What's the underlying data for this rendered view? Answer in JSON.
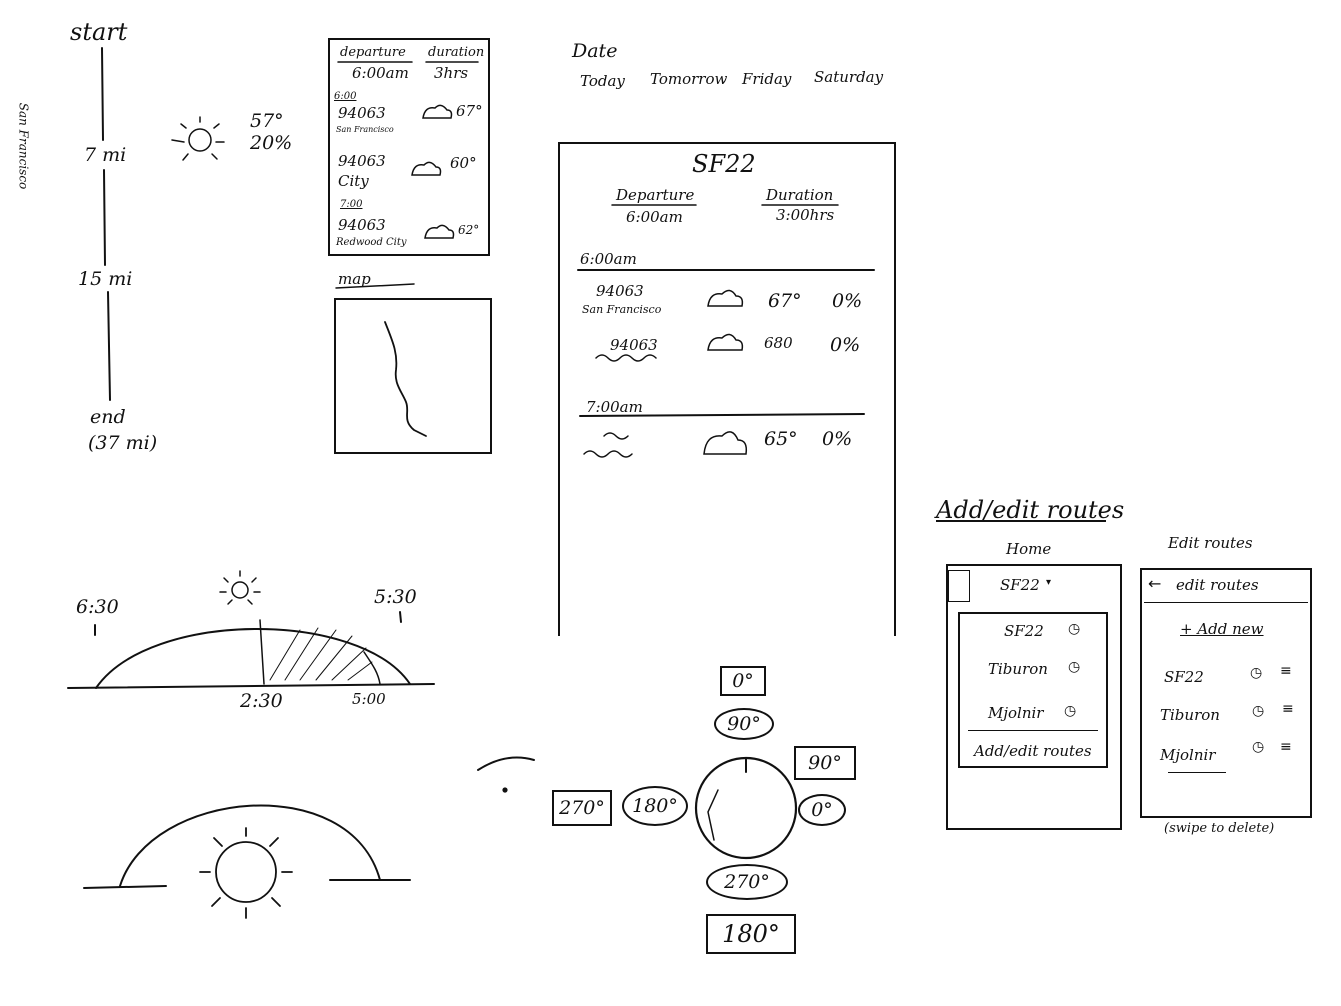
{
  "route_timeline": {
    "vertical_label": "San Francisco",
    "start": "start",
    "mile_7": "7 mi",
    "mile_15": "15 mi",
    "end": "end",
    "end_distance": "(37 mi)",
    "temp": "57°",
    "precip": "20%"
  },
  "small_card": {
    "departure_label": "departure",
    "duration_label": "duration",
    "departure_value": "6:00am",
    "duration_value": "3hrs",
    "time_1": "6:00",
    "rows": [
      {
        "zip": "94063",
        "place": "San Francisco",
        "temp": "67°"
      },
      {
        "zip": "94063",
        "place": "City",
        "temp": "60°"
      },
      {
        "zip": "94063",
        "place": "Redwood City",
        "temp": "62°"
      }
    ],
    "time_2": "7:00"
  },
  "map_card": {
    "label": "map"
  },
  "date_picker": {
    "label": "Date",
    "options": [
      "Today",
      "Tomorrow",
      "Friday",
      "Saturday"
    ]
  },
  "route_detail": {
    "title": "SF22",
    "departure_label": "Departure",
    "departure_value": "6:00am",
    "duration_label": "Duration",
    "duration_value": "3:00hrs",
    "time_1": "6:00am",
    "time_2": "7:00am",
    "rows": [
      {
        "zip": "94063",
        "place": "San Francisco",
        "temp": "67°",
        "precip": "0%"
      },
      {
        "zip": "94063",
        "place": "",
        "temp": "680",
        "precip": "0%"
      },
      {
        "zip": "",
        "place": "",
        "temp": "65°",
        "precip": "0%"
      }
    ]
  },
  "sun_arc": {
    "sunrise": "6:30",
    "sunset": "5:30",
    "now": "2:30",
    "end_time": "5:00"
  },
  "compass": {
    "top_box": "0°",
    "top_oval": "90°",
    "right_box": "90°",
    "right_oval": "0°",
    "left_box": "270°",
    "left_oval": "180°",
    "bottom_oval": "270°",
    "bottom_box": "180°"
  },
  "routes_section": {
    "heading": "Add/edit routes",
    "home_label": "Home",
    "edit_label": "Edit routes",
    "home_route": "SF22",
    "dropdown_items": [
      "SF22",
      "Tiburon",
      "Mjolnir"
    ],
    "add_edit_link": "Add/edit routes",
    "edit_header": "edit routes",
    "add_new": "+ Add new",
    "edit_items": [
      "SF22",
      "Tiburon",
      "Mjolnir"
    ],
    "swipe_note": "(swipe to delete)"
  }
}
